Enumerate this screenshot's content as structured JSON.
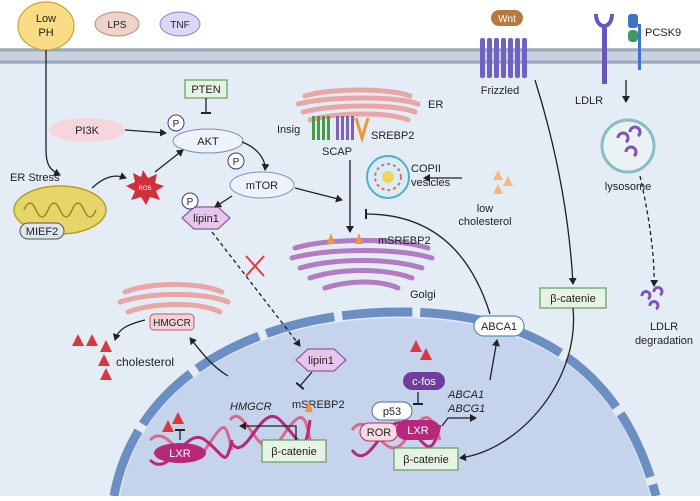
{
  "stimuli": {
    "low_ph": "Low\nPH",
    "lps": "LPS",
    "tnf": "TNF"
  },
  "membrane_proteins": {
    "wnt": "Wnt",
    "frizzled": "Frizzled",
    "pcsk9": "PCSK9",
    "ldlr": "LDLR"
  },
  "cytoplasm": {
    "pten": "PTEN",
    "pi3k": "PI3K",
    "akt": "AKT",
    "p": "P",
    "mtor": "mTOR",
    "lipin1": "lipin1",
    "er_stress": "ER Stress",
    "ros": "ROS",
    "mief2": "MIEF2",
    "er": "ER",
    "insig": "Insig",
    "scap": "SCAP",
    "srebp2": "SREBP2",
    "copii": "COPII\nvesicles",
    "low_cholesterol": "low\ncholesterol",
    "msrebp2": "mSREBP2",
    "golgi": "Golgi",
    "lysosome": "lysosome",
    "ldlr_degradation": "LDLR\ndegradation",
    "beta_catenie": "β-catenie",
    "abca1": "ABCA1",
    "hmgcr": "HMGCR",
    "cholesterol": "cholesterol"
  },
  "nucleus": {
    "lipin1": "lipin1",
    "msrebp2": "mSREBP2",
    "hmgcr_gene": "HMGCR",
    "lxr": "LXR",
    "beta_catenie": "β-catenie",
    "cfos": "c-fos",
    "p53": "p53",
    "ror": "ROR",
    "genes": "ABCA1\nABCG1"
  },
  "colors": {
    "cell_bg": "#e4ecf6",
    "membrane": "#9aa9bb",
    "nucleus_edge": "#6b8fc3",
    "lxr": "#b8287a",
    "lipin1": "#e7c6ee",
    "green_box": "#e5f2e4",
    "er_pink": "#e8a7a5",
    "golgi_purple": "#b27bc2",
    "red_tri": "#d9393e"
  }
}
